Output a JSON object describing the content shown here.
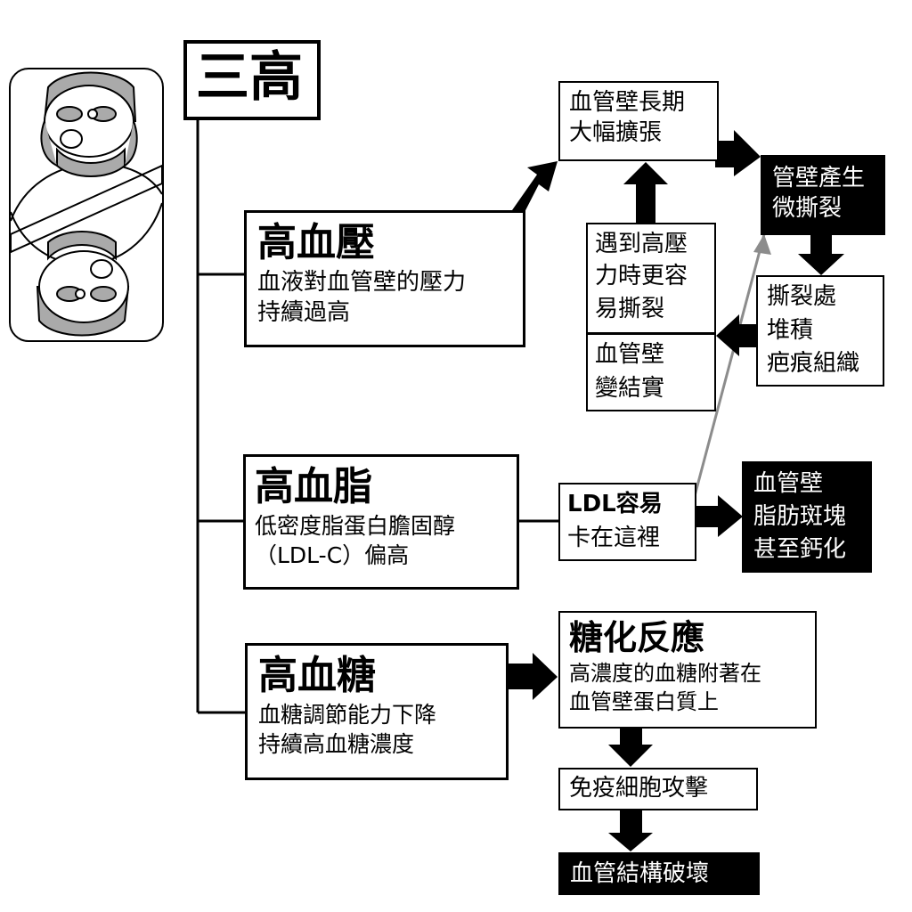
{
  "main": {
    "title": "三高"
  },
  "hypertension": {
    "title": "高血壓",
    "desc": [
      "血液對血管壁的壓力",
      "持續過高"
    ]
  },
  "hyperlipidemia": {
    "title": "高血脂",
    "desc": [
      "低密度脂蛋白膽固醇",
      "（LDL-C）偏高"
    ]
  },
  "hyperglycemia": {
    "title": "高血糖",
    "desc": [
      "血糖調節能力下降",
      "持續高血糖濃度"
    ]
  },
  "nodes": {
    "vessel_expansion": [
      "血管壁長期",
      "大幅擴張"
    ],
    "micro_tear": [
      "管壁產生",
      "微撕裂"
    ],
    "scar_tissue": [
      "撕裂處",
      "堆積",
      "疤痕組織"
    ],
    "easy_tear": [
      "遇到高壓",
      "力時更容",
      "易撕裂"
    ],
    "vessel_harden": [
      "血管壁",
      "變結實"
    ],
    "ldl_stuck": [
      "LDL容易",
      "卡在這裡"
    ],
    "plaque": [
      "血管壁",
      "脂肪斑塊",
      "甚至鈣化"
    ],
    "glycation": {
      "title": "糖化反應",
      "desc": [
        "高濃度的血糖附著在",
        "血管壁蛋白質上"
      ]
    },
    "immune_attack": "免疫細胞攻擊",
    "structure_damage": "血管結構破壞"
  },
  "colors": {
    "line": "#000000",
    "connector_gray": "#8c8c8c",
    "card_gray": "#aaaaaa"
  },
  "icons": [
    "king-playing-card-icon"
  ]
}
